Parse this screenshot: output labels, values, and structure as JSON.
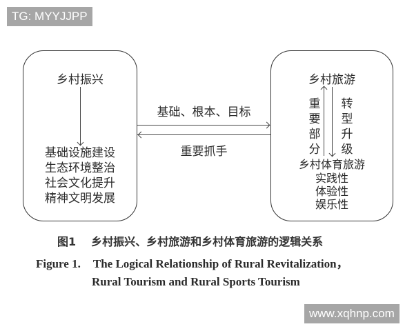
{
  "watermarks": {
    "top_left": "TG: MYYJJPP",
    "bottom_right": "www.xqhnp.com"
  },
  "diagram": {
    "left_box": {
      "title": "乡村振兴",
      "items": [
        "基础设施建设",
        "生态环境整治",
        "社会文化提升",
        "精神文明发展"
      ]
    },
    "right_box": {
      "title": "乡村旅游",
      "up_arrow_label": "重要部分",
      "down_arrow_label": "转型升级",
      "subtitle": "乡村体育旅游",
      "items": [
        "实践性",
        "体验性",
        "娱乐性"
      ]
    },
    "connectors": {
      "right_arrow_label": "基础、根本、目标",
      "left_arrow_label": "重要抓手"
    },
    "colors": {
      "line": "#444444",
      "text": "#2a2a2a",
      "watermark_bg": "#a6a6a6"
    }
  },
  "caption": {
    "zh_label": "图1",
    "zh_text": "乡村振兴、乡村旅游和乡村体育旅游的逻辑关系",
    "en_label": "Figure 1.",
    "en_line1": "The Logical Relationship of Rural Revitalization，",
    "en_line2": "Rural Tourism and Rural Sports Tourism"
  }
}
